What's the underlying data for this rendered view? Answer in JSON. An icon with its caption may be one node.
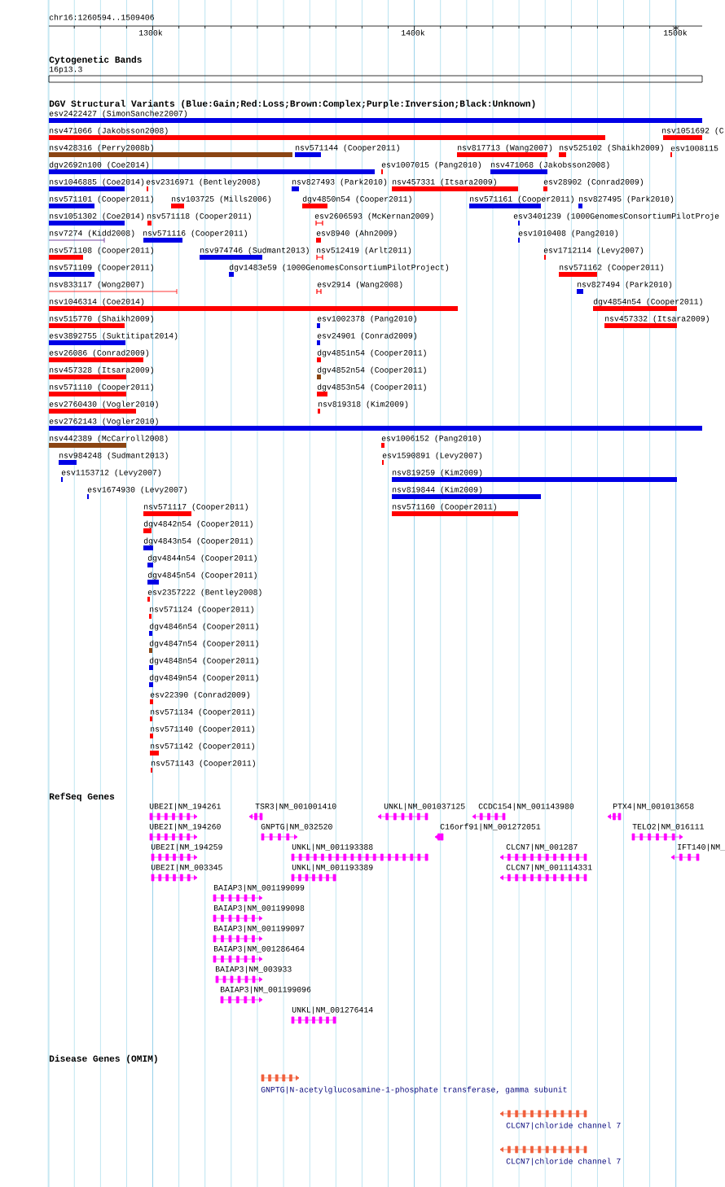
{
  "diagram": {
    "title": "chr16:1260594..1509406",
    "labels": [
      "1300k",
      "1400k",
      "1500k",
      "Cytogenetic Bands",
      "16p13.3",
      "DGV Structural Variants (Blue:Gain;Red:Loss;Brown:Complex;Purple:Inversion;Black:Unknown)",
      "esv2422427 (SimonSanchez2007)",
      "nsv471066 (Jakobsson2008)",
      "nsv1051692 (C",
      "nsv428316 (Perry2008b)",
      "nsv571144 (Cooper2011)",
      "nsv817713 (Wang2007)",
      "nsv525102 (Shaikh2009)",
      "esv1008115",
      "dgv2692n100 (Coe2014)",
      "esv1007015 (Pang2010)",
      "nsv471068 (Jakobsson2008)",
      "nsv1046885 (Coe2014)",
      "esv2316971 (Bentley2008)",
      "nsv827493 (Park2010)",
      "nsv457331 (Itsara2009)",
      "esv28902 (Conrad2009)",
      "nsv571101 (Cooper2011)",
      "nsv103725 (Mills2006)",
      "dgv4850n54 (Cooper2011)",
      "nsv571161 (Cooper2011)",
      "nsv827495 (Park2010)",
      "nsv1051302 (Coe2014)",
      "nsv571118 (Cooper2011)",
      "esv2606593 (McKernan2009)",
      "esv3401239 (1000GenomesConsortiumPilotProje",
      "nsv7274 (Kidd2008)",
      "nsv571116 (Cooper2011)",
      "esv8940 (Ahn2009)",
      "esv1010408 (Pang2010)",
      "nsv571108 (Cooper2011)",
      "nsv974746 (Sudmant2013)",
      "nsv512419 (Arlt2011)",
      "esv1712114 (Levy2007)",
      "nsv571109 (Cooper2011)",
      "dgv1483e59 (1000GenomesConsortiumPilotProject)",
      "nsv571162 (Cooper2011)",
      "nsv833117 (Wong2007)",
      "esv2914 (Wang2008)",
      "nsv827494 (Park2010)",
      "nsv1046314 (Coe2014)",
      "dgv4854n54 (Cooper2011)",
      "nsv515770 (Shaikh2009)",
      "esv1002378 (Pang2010)",
      "nsv457332 (Itsara2009)",
      "esv3892755 (Suktitipat2014)",
      "esv24901 (Conrad2009)",
      "esv26086 (Conrad2009)",
      "dgv4851n54 (Cooper2011)",
      "nsv457328 (Itsara2009)",
      "dgv4852n54 (Cooper2011)",
      "nsv571110 (Cooper2011)",
      "dgv4853n54 (Cooper2011)",
      "esv2760430 (Vogler2010)",
      "nsv819318 (Kim2009)",
      "esv2762143 (Vogler2010)",
      "nsv442389 (McCarroll2008)",
      "esv1006152 (Pang2010)",
      "nsv984248 (Sudmant2013)",
      "esv1590891 (Levy2007)",
      "esv1153712 (Levy2007)",
      "nsv819259 (Kim2009)",
      "esv1674930 (Levy2007)",
      "nsv819844 (Kim2009)",
      "nsv571117 (Cooper2011)",
      "nsv571160 (Cooper2011)",
      "dgv4842n54 (Cooper2011)",
      "dgv4843n54 (Cooper2011)",
      "dgv4844n54 (Cooper2011)",
      "dgv4845n54 (Cooper2011)",
      "esv2357222 (Bentley2008)",
      "nsv571124 (Cooper2011)",
      "dgv4846n54 (Cooper2011)",
      "dgv4847n54 (Cooper2011)",
      "dgv4848n54 (Cooper2011)",
      "dgv4849n54 (Cooper2011)",
      "esv22390 (Conrad2009)",
      "nsv571134 (Cooper2011)",
      "nsv571140 (Cooper2011)",
      "nsv571142 (Cooper2011)",
      "nsv571143 (Cooper2011)",
      "RefSeq Genes",
      "UBE2I|NM_194261",
      "TSR3|NM_001001410",
      "UNKL|NM_001037125",
      "CCDC154|NM_001143980",
      "PTX4|NM_001013658",
      "UBE2I|NM_194260",
      "GNPTG|NM_032520",
      "C16orf91|NM_001272051",
      "TELO2|NM_016111",
      "UBE2I|NM_194259",
      "UNKL|NM_001193388",
      "CLCN7|NM_001287",
      "IFT140|NM_",
      "UBE2I|NM_003345",
      "UNKL|NM_001193389",
      "CLCN7|NM_001114331",
      "BAIAP3|NM_001199099",
      "BAIAP3|NM_001199098",
      "BAIAP3|NM_001199097",
      "BAIAP3|NM_001286464",
      "BAIAP3|NM_003933",
      "BAIAP3|NM_001199096",
      "UNKL|NM_001276414",
      "Disease Genes (OMIM)",
      "GNPTG|N-acetylglucosamine-1-phosphate transferase, gamma subunit",
      "CLCN7|chloride channel 7",
      "CLCN7|chloride channel 7"
    ]
  }
}
